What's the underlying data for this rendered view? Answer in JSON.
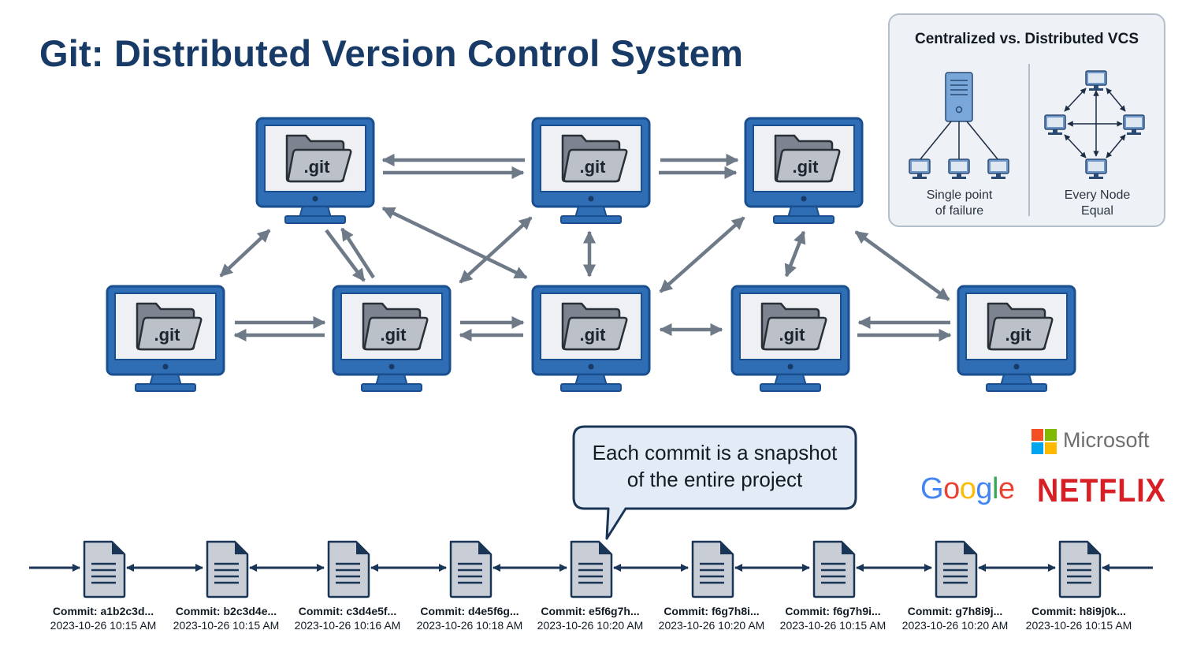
{
  "title": "Git: Distributed Version Control System",
  "repo_label": ".git",
  "inset": {
    "title": "Centralized vs. Distributed VCS",
    "centralized_caption_line1": "Single point",
    "centralized_caption_line2": "of failure",
    "distributed_caption_line1": "Every Node",
    "distributed_caption_line2": "Equal"
  },
  "callout": {
    "line1": "Each commit is a snapshot",
    "line2": "of the entire project"
  },
  "logos": {
    "microsoft": "Microsoft",
    "google": "Google",
    "netflix": "NETFLIX"
  },
  "commits": [
    {
      "id": "Commit: a1b2c3d...",
      "time": "2023-10-26 10:15 AM"
    },
    {
      "id": "Commit: b2c3d4e...",
      "time": "2023-10-26 10:15 AM"
    },
    {
      "id": "Commit: c3d4e5f...",
      "time": "2023-10-26 10:16 AM"
    },
    {
      "id": "Commit: d4e5f6g...",
      "time": "2023-10-26 10:18 AM"
    },
    {
      "id": "Commit: e5f6g7h...",
      "time": "2023-10-26 10:20 AM"
    },
    {
      "id": "Commit: f6g7h8i...",
      "time": "2023-10-26 10:20 AM"
    },
    {
      "id": "Commit: f6g7h9i...",
      "time": "2023-10-26 10:15 AM"
    },
    {
      "id": "Commit: g7h8i9j...",
      "time": "2023-10-26 10:20 AM"
    },
    {
      "id": "Commit: h8i9j0k...",
      "time": "2023-10-26 10:15 AM"
    }
  ],
  "colors": {
    "title": "#173a66",
    "monitor_blue": "#2f6db5",
    "monitor_dark": "#1a4f8f",
    "arrow_gray": "#6f7a88",
    "timeline_navy": "#1b3557",
    "netflix_red": "#d81f26"
  }
}
